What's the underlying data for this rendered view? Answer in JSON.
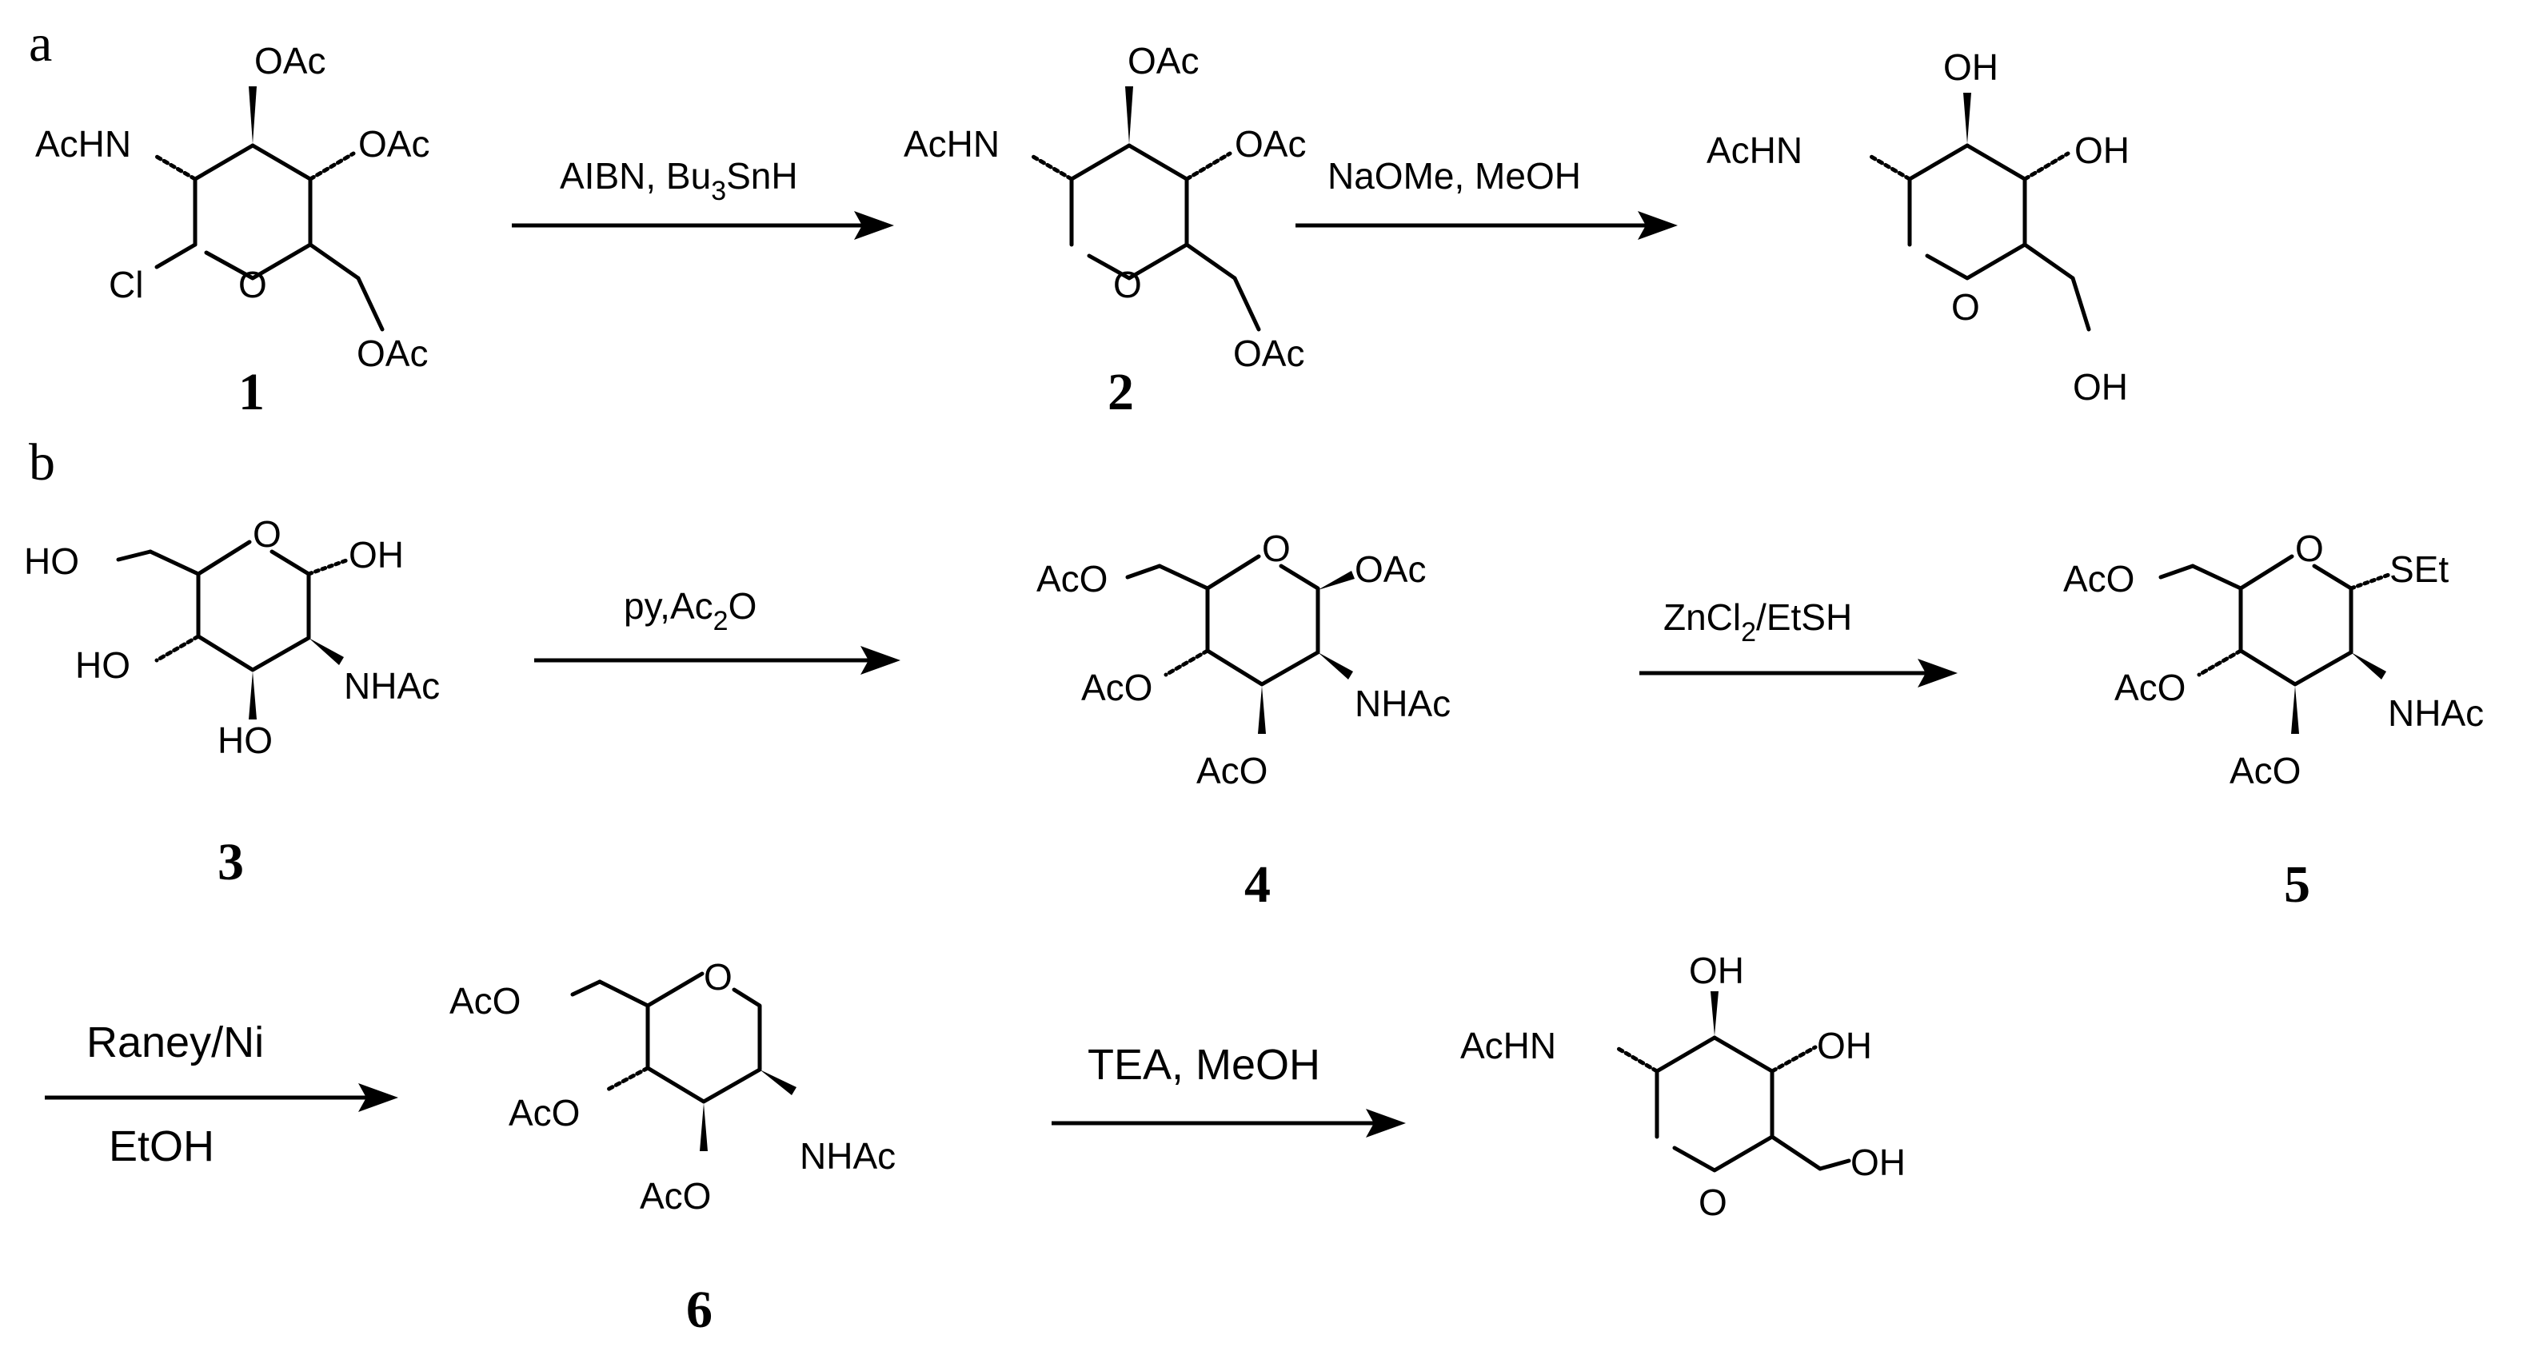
{
  "panels": {
    "a": "a",
    "b": "b"
  },
  "compounds": {
    "c1": "1",
    "c2": "2",
    "c3": "3",
    "c4": "4",
    "c5": "5",
    "c6": "6"
  },
  "reagents": {
    "r1_pre": "AIBN, Bu",
    "r1_sub": "3",
    "r1_post": "SnH",
    "r2": "NaOMe, MeOH",
    "r3_pre": "py,Ac",
    "r3_sub": "2",
    "r3_post": "O",
    "r4_pre": "ZnCl",
    "r4_sub": "2",
    "r4_post": "/EtSH",
    "r5_top": "Raney/Ni",
    "r5_bottom": "EtOH",
    "r6": "TEA, MeOH"
  },
  "groups": {
    "OAc": "OAc",
    "AcO": "AcO",
    "AcHN": "AcHN",
    "NHAc": "NHAc",
    "OH": "OH",
    "HO": "HO",
    "Cl": "Cl",
    "O": "O",
    "SEt": "SEt"
  }
}
